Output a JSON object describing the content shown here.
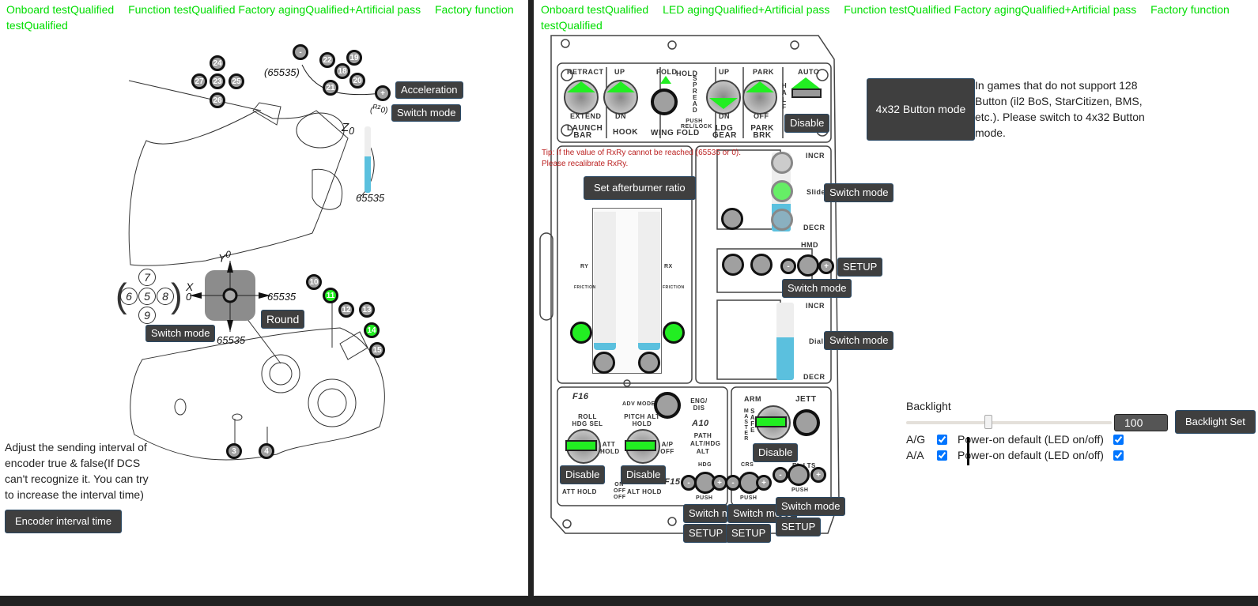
{
  "left": {
    "status": [
      "Onboard testQualified",
      "Function testQualified Factory agingQualified+Artificial pass",
      "Factory function testQualified"
    ],
    "top_hat": {
      "buttons": [
        "24",
        "27",
        "23",
        "25",
        "26"
      ]
    },
    "rz": {
      "minus": "-",
      "plus": "+",
      "max_label": "(65535)",
      "axis_label": "Rz",
      "zero": "0",
      "acceleration_button": "Acceleration",
      "switch_mode_button": "Switch mode"
    },
    "hat2": {
      "buttons": [
        "22",
        "19",
        "18",
        "21",
        "20"
      ]
    },
    "z_axis": {
      "label": "Z",
      "zero": "0",
      "max": "65535",
      "fill_percent": 55
    },
    "hat_pov": {
      "buttons": [
        "7",
        "6",
        "5",
        "8",
        "9"
      ],
      "switch_mode_button": "Switch mode"
    },
    "xy": {
      "x_label": "X",
      "y_label": "Y",
      "x_min": "0",
      "y_min": "0",
      "x_max": "65535",
      "y_max": "65535",
      "round_button": "Round"
    },
    "buttons_right": [
      {
        "label": "10",
        "on": false
      },
      {
        "label": "11",
        "on": true
      },
      {
        "label": "12",
        "on": false
      },
      {
        "label": "13",
        "on": false
      },
      {
        "label": "14",
        "on": true
      },
      {
        "label": "15",
        "on": false
      }
    ],
    "buttons_bottom": [
      "3",
      "4"
    ],
    "encoder_text": "Adjust the sending interval of encoder true & false(If DCS can't recognize it. You can try to increase the interval time)",
    "encoder_button": "Encoder interval time"
  },
  "right": {
    "status": [
      "Onboard testQualified",
      "LED agingQualified+Artificial pass",
      "Function testQualified Factory agingQualified+Artificial pass",
      "Factory function testQualified"
    ],
    "top_panel": {
      "labels_top": [
        "RETRACT",
        "UP",
        "FOLD",
        "HOLD",
        "UP",
        "PARK",
        "AUTO"
      ],
      "labels_mid": [
        "EXTEND",
        "DN",
        "DN",
        "OFF"
      ],
      "labels_bottom": [
        "LAUNCH BAR",
        "HOOK",
        "WING FOLD",
        "LDG GEAR",
        "PARK BRK"
      ],
      "spread": "SPREAD",
      "half": "HALF",
      "push_lock": "PUSH REL/LOCK",
      "disable_button": "Disable"
    },
    "four_x32": {
      "button": "4x32 Button mode",
      "text": "In games that do not support 128 Button (il2 BoS, StarCitizen, BMS, etc.). Please switch to 4x32 Button mode."
    },
    "tip": "Tip: If the value of RxRy cannot be reached (65535 or 0). Please recalibrate RxRy.",
    "throttle": {
      "afterburner_button": "Set afterburner ratio",
      "ry_label": "RY",
      "rx_label": "RX",
      "friction": "FRICTION",
      "ry_fill_percent": 5,
      "rx_fill_percent": 5
    },
    "slide": {
      "label": "Slide",
      "incr": "INCR",
      "decr": "DECR",
      "fill_percent": 35,
      "switch_mode_button": "Switch mode"
    },
    "hmd": {
      "label": "HMD",
      "minus": "-",
      "plus": "+",
      "setup_button": "SETUP",
      "switch_mode_button": "Switch mode"
    },
    "dial": {
      "label": "Dial",
      "incr": "INCR",
      "decr": "DECR",
      "fill_percent": 55,
      "switch_mode_button": "Switch mode"
    },
    "autopilot": {
      "f16": "F16",
      "a10": "A10",
      "f15": "F15",
      "adv_mode": "ADV MODE",
      "eng_dis": "ENG/ DIS",
      "roll": "ROLL HDG SEL",
      "pitch": "PITCH ALT HOLD",
      "att_hold": "ATT HOLD",
      "ap_off": "A/P OFF",
      "path": "PATH ALT/HDG ALT",
      "hdg": "HDG",
      "crs": "CRS",
      "push": "PUSH",
      "att_hold_bottom": "ATT HOLD",
      "on_off": "ON OFF OFF",
      "alt_hold_bottom": "ALT HOLD",
      "disable_buttons": [
        "Disable",
        "Disable"
      ],
      "hdg_switch": "Switch m",
      "crs_switch": "Switch mode",
      "hdg_setup": "SETUP",
      "crs_setup": "SETUP"
    },
    "arm": {
      "arm": "ARM",
      "jett": "JETT",
      "master": "MASTER",
      "safe": "SAFE",
      "disable_button": "Disable",
      "panel_lts": "EL LTS",
      "push": "PUSH",
      "switch_mode_button": "Switch mode",
      "setup_button": "SETUP"
    },
    "backlight": {
      "label": "Backlight",
      "value": "100",
      "set_button": "Backlight Set",
      "slider_percent": 40,
      "rows": [
        {
          "name": "A/G",
          "checked": true,
          "power_on_label": "Power-on default (LED on/off)",
          "power_on_checked": true
        },
        {
          "name": "A/A",
          "checked": true,
          "power_on_label": "Power-on default (LED on/off)",
          "power_on_checked": true
        }
      ]
    }
  }
}
